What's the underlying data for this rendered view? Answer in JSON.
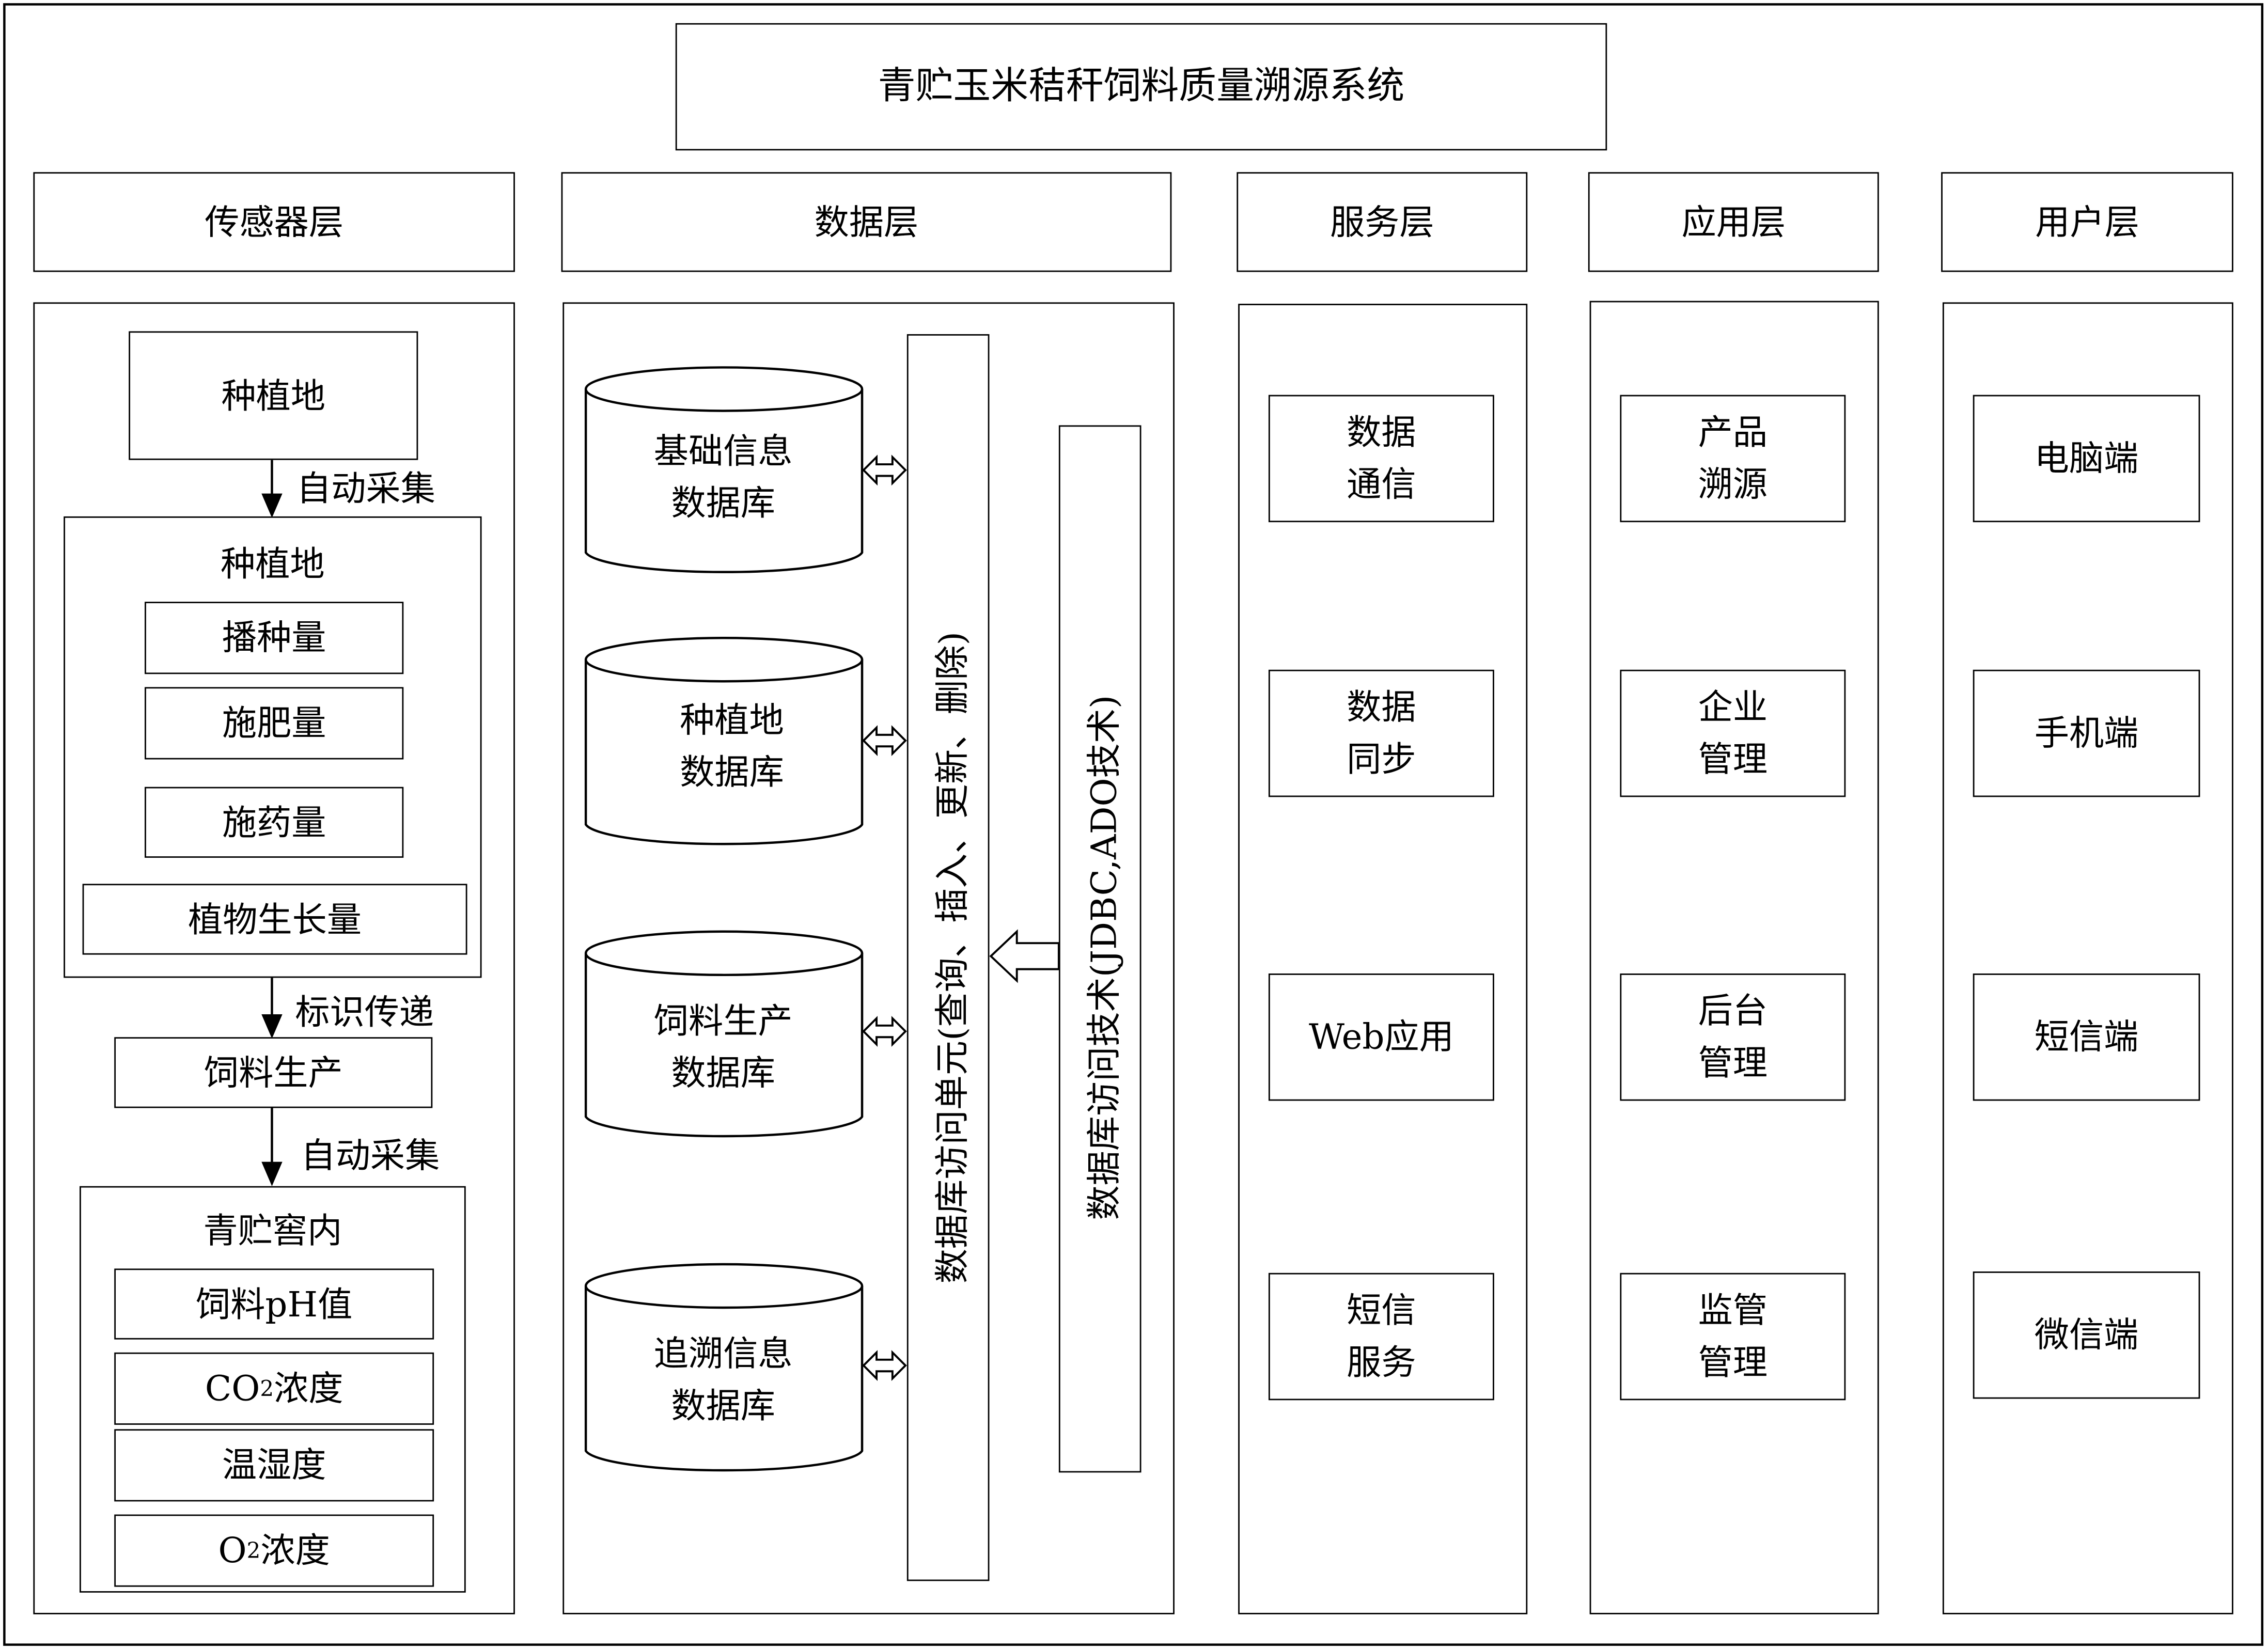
{
  "title": "青贮玉米秸秆饲料质量溯源系统",
  "layers": {
    "sensor": "传感器层",
    "data": "数据层",
    "service": "服务层",
    "application": "应用层",
    "user": "用户层"
  },
  "sensor": {
    "field_top": "种植地",
    "arrow1": "自动采集",
    "field_group_title": "种植地",
    "field_items": [
      "播种量",
      "施肥量",
      "施药量",
      "植物生长量"
    ],
    "arrow2": "标识传递",
    "feed_production": "饲料生产",
    "arrow3": "自动采集",
    "silo_title": "青贮窖内",
    "silo_items": [
      "饲料pH值",
      "CO",
      "浓度",
      "温湿度",
      "O",
      "浓度"
    ],
    "subscript": "2"
  },
  "data": {
    "databases": [
      {
        "line1": "基础信息",
        "line2": "数据库"
      },
      {
        "line1": "种植地",
        "line2": "数据库"
      },
      {
        "line1": "饲料生产",
        "line2": "数据库"
      },
      {
        "line1": "追溯信息",
        "line2": "数据库"
      }
    ],
    "access_unit": "数据库访问单元(查询、插入、更新、删除)",
    "access_tech": "数据库访问技术(JDBC,ADO技术)"
  },
  "service": [
    {
      "line1": "数据",
      "line2": "通信"
    },
    {
      "line1": "数据",
      "line2": "同步"
    },
    {
      "line1": "Web应用",
      "line2": ""
    },
    {
      "line1": "短信",
      "line2": "服务"
    }
  ],
  "application": [
    {
      "line1": "产品",
      "line2": "溯源"
    },
    {
      "line1": "企业",
      "line2": "管理"
    },
    {
      "line1": "后台",
      "line2": "管理"
    },
    {
      "line1": "监管",
      "line2": "管理"
    }
  ],
  "user": [
    "电脑端",
    "手机端",
    "短信端",
    "微信端"
  ]
}
